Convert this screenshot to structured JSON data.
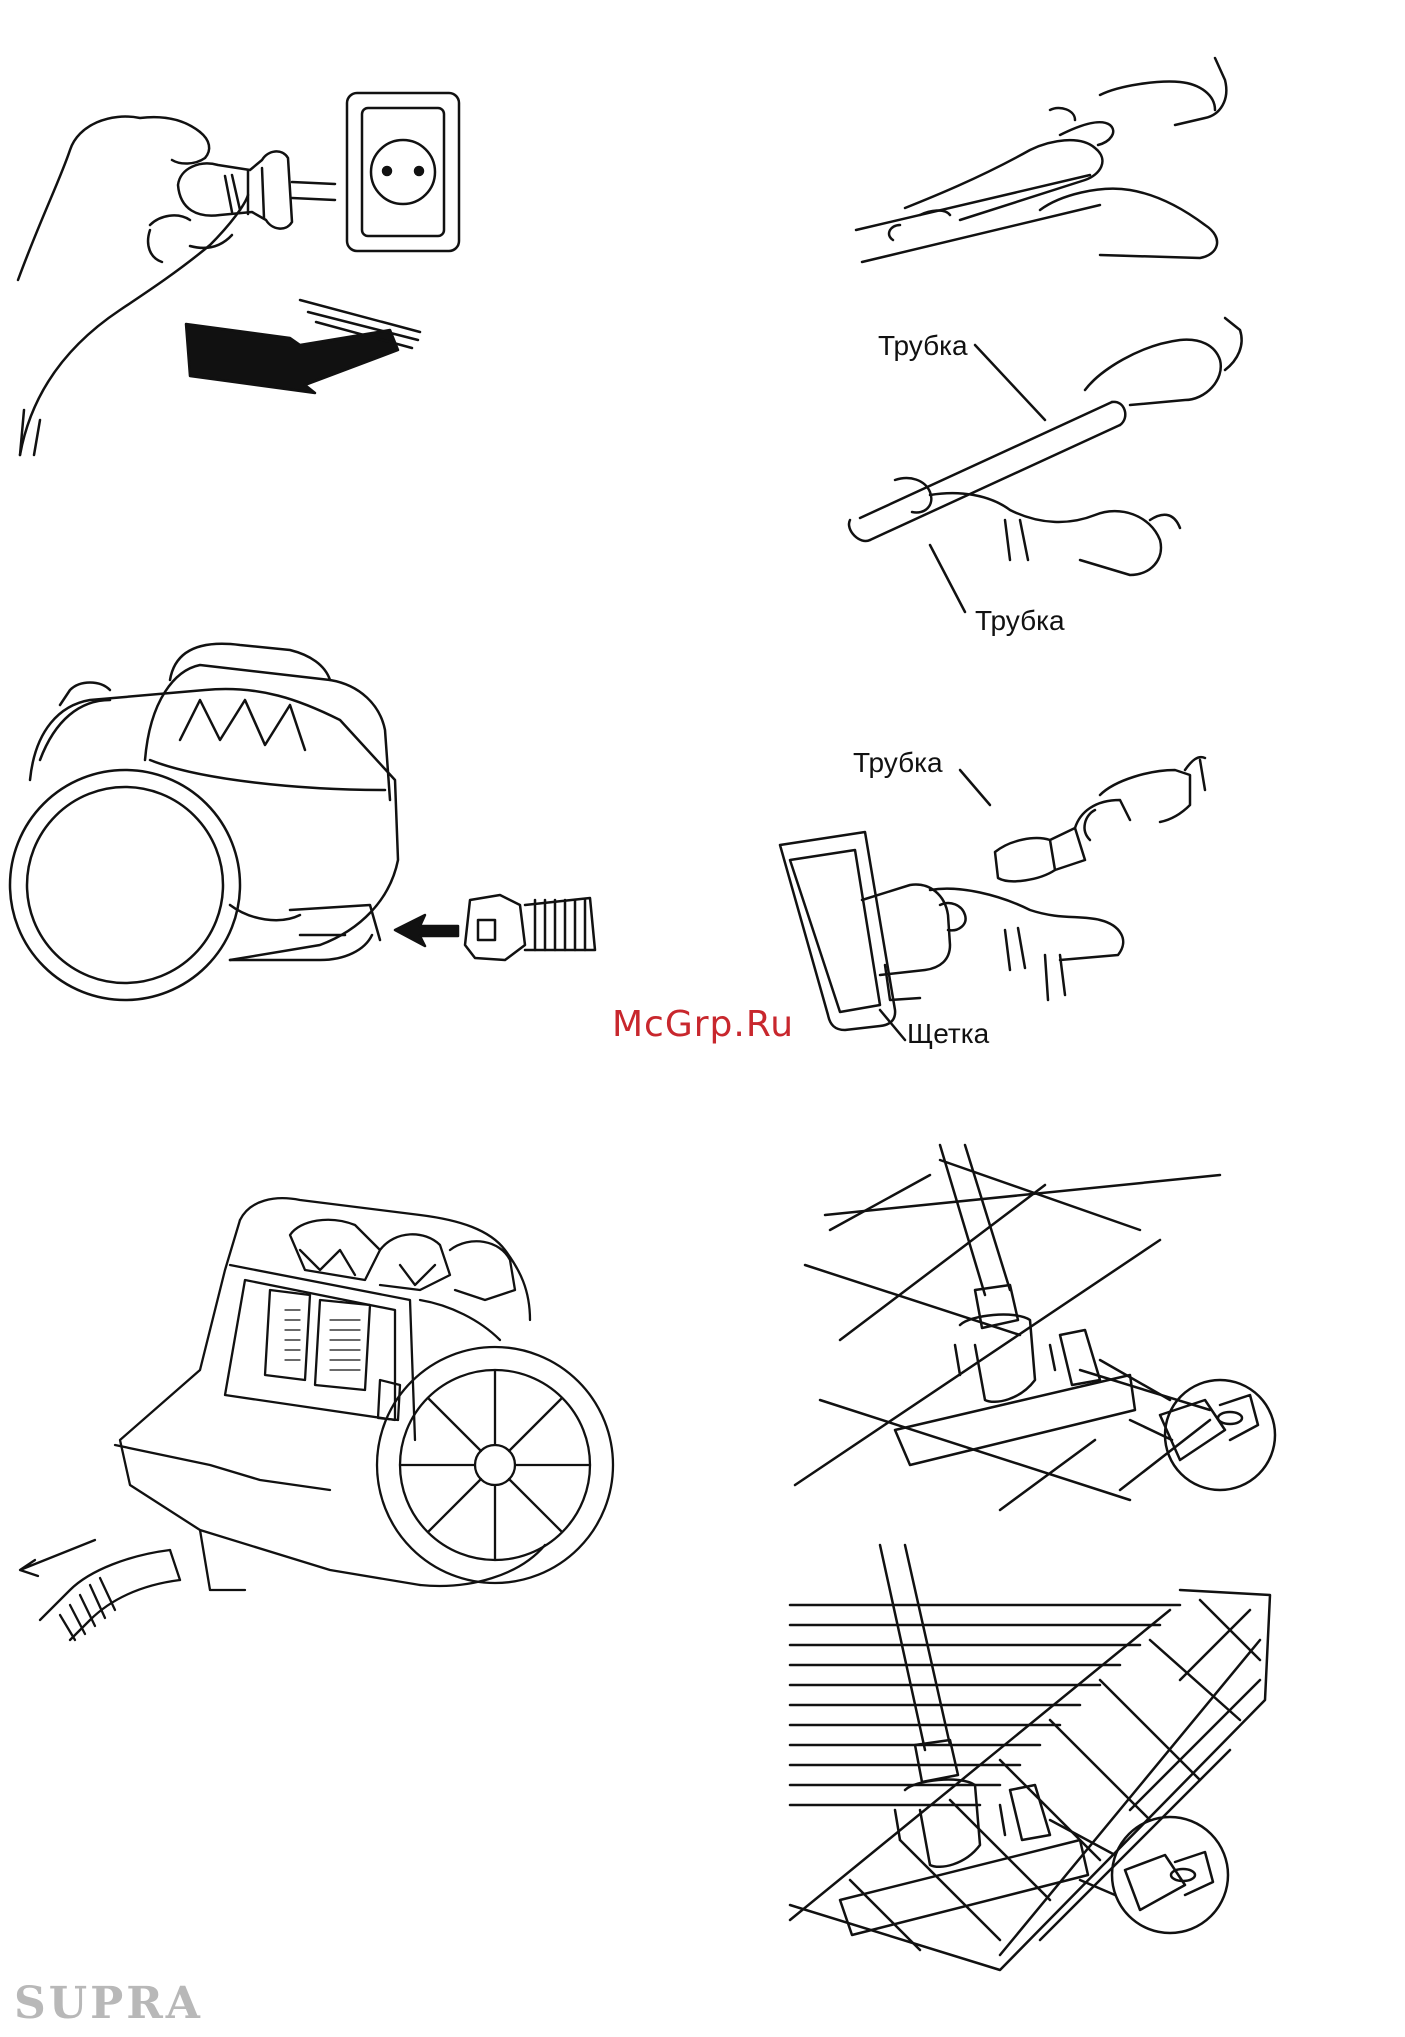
{
  "figures": [
    {
      "id": "unplug"
    },
    {
      "id": "attach-handle"
    },
    {
      "id": "connect-tubes"
    },
    {
      "id": "attach-hose"
    },
    {
      "id": "attach-brush"
    },
    {
      "id": "disconnect-hose"
    },
    {
      "id": "brush-tile-floor"
    },
    {
      "id": "brush-carpet"
    }
  ],
  "labels": {
    "tube_upper": "Трубка",
    "tube_lower": "Трубка",
    "tube_brush_step": "Трубка",
    "brush": "Щетка"
  },
  "watermark": "McGrp.Ru",
  "brand": "SUPRA",
  "colors": {
    "line": "#111111",
    "watermark": "#c8272d",
    "brand": "#b8b8b8"
  }
}
